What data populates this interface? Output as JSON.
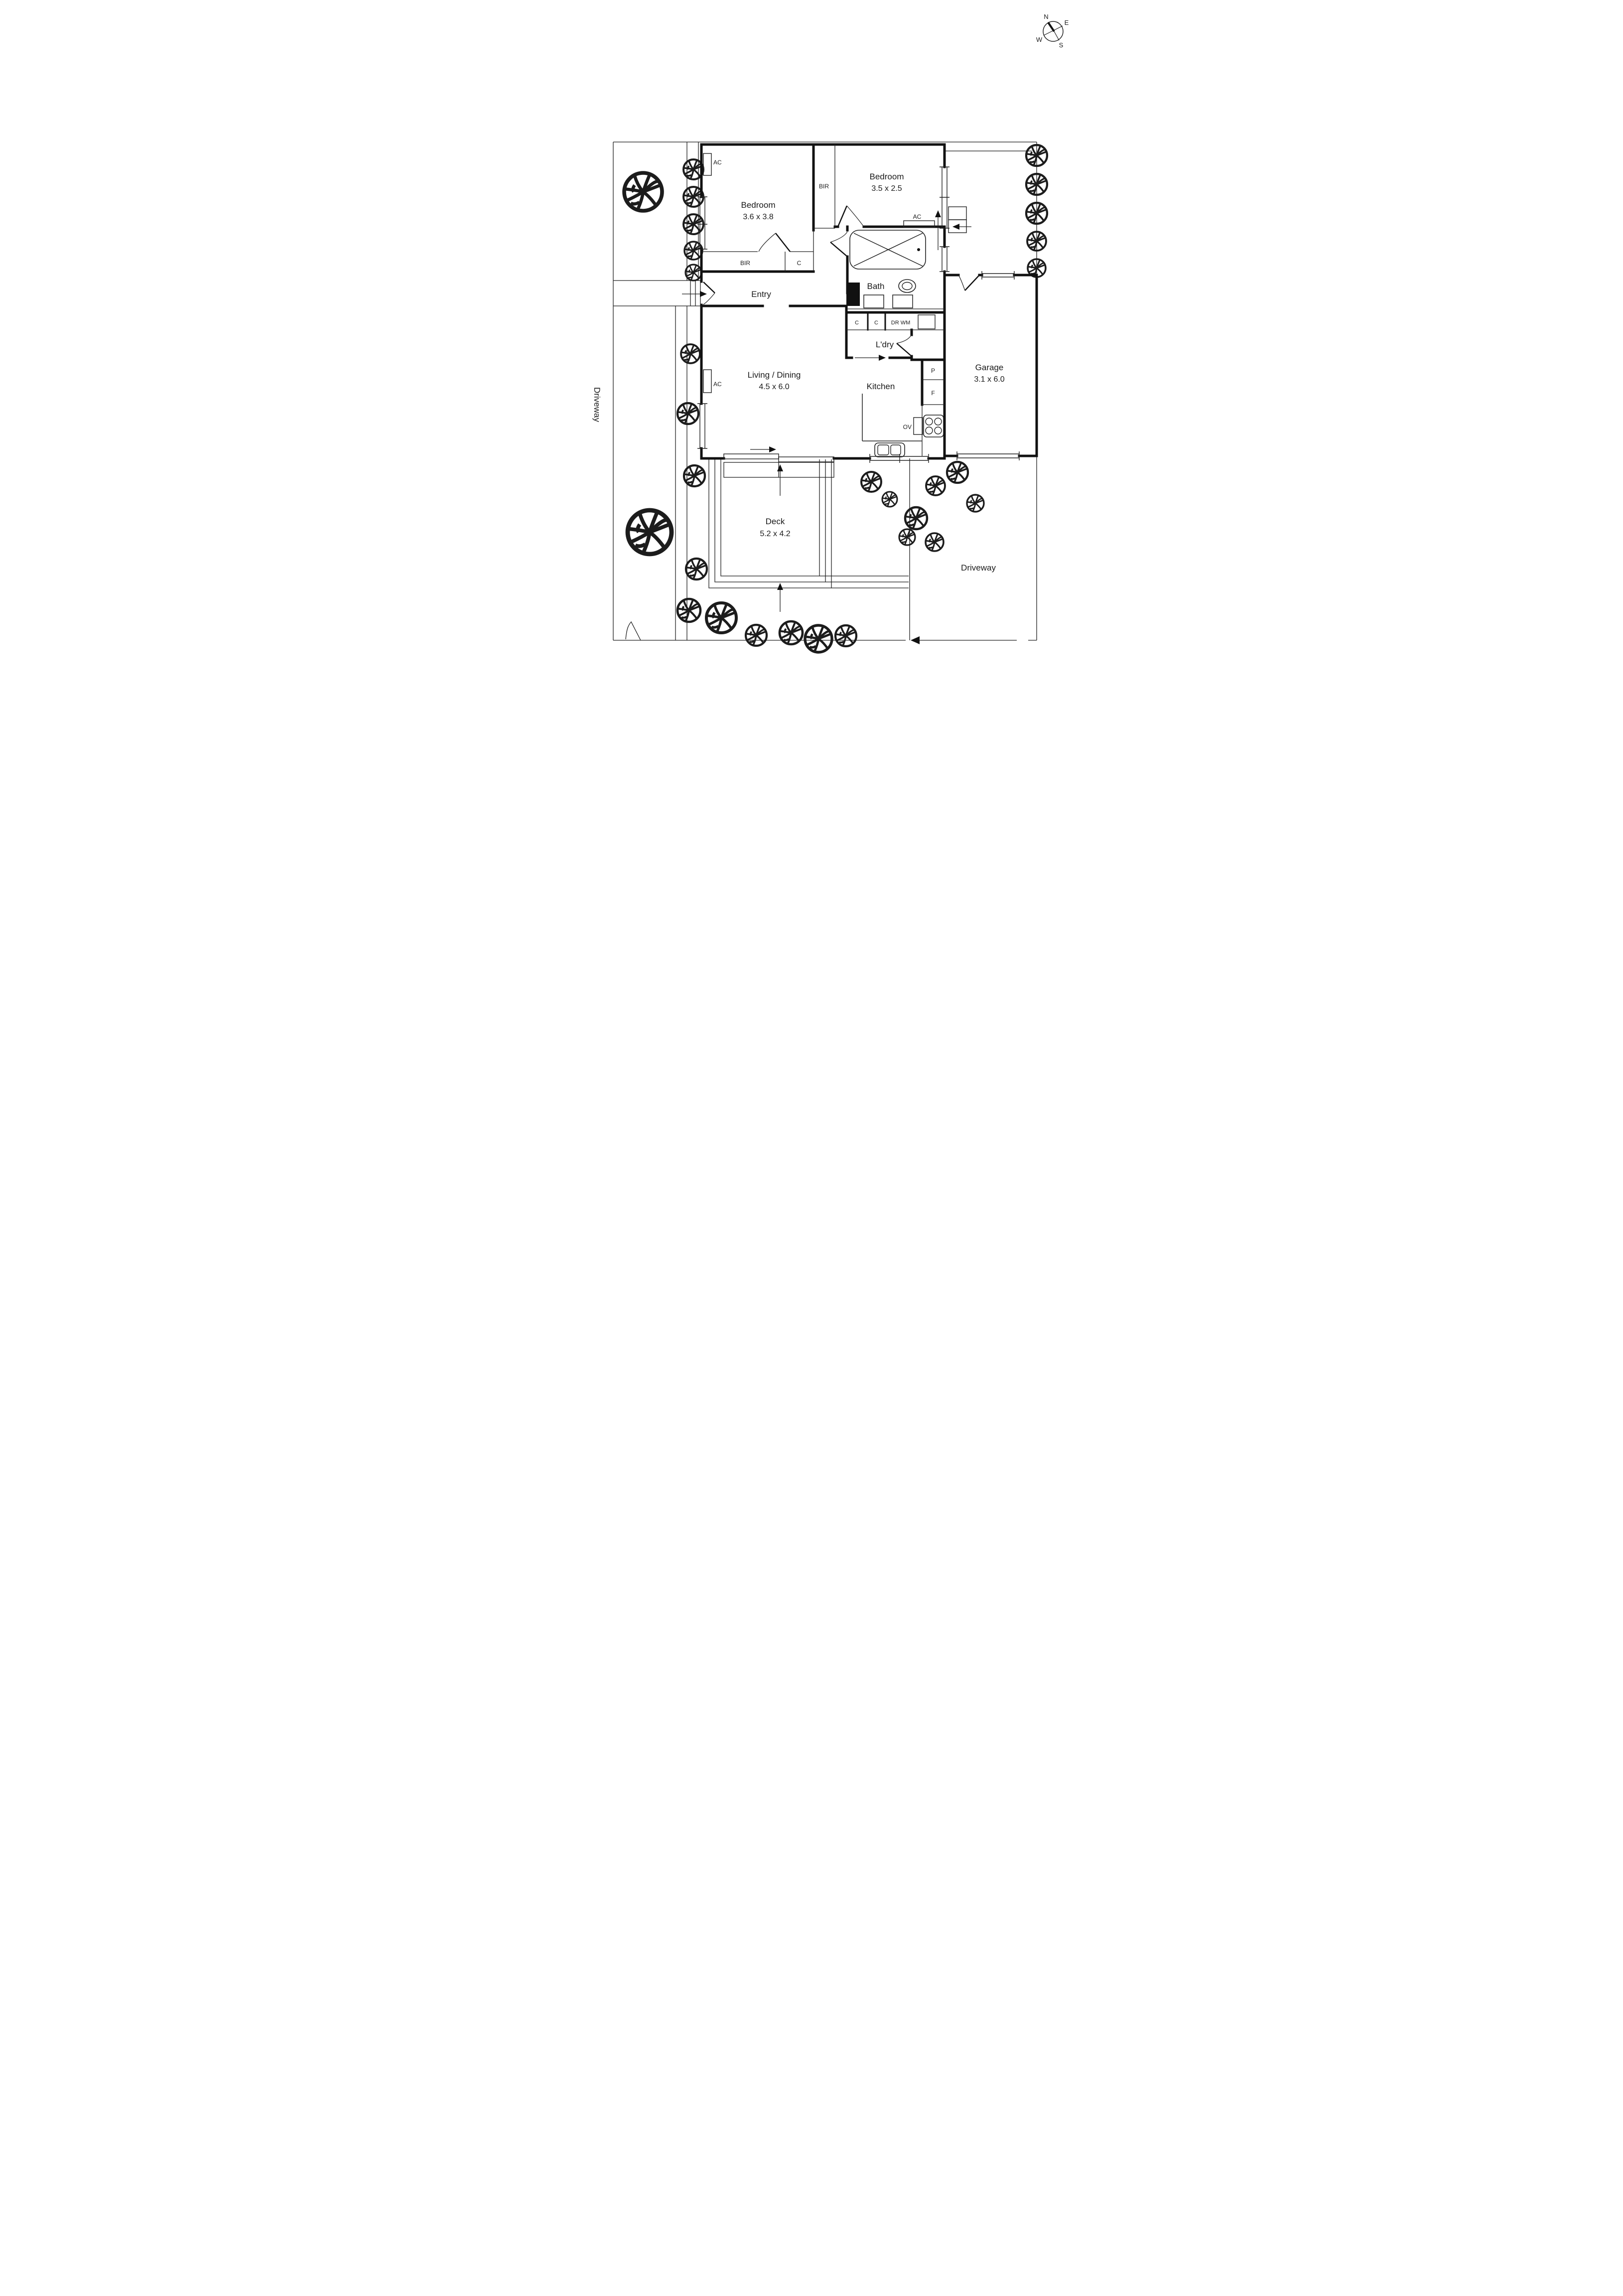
{
  "compass": {
    "north": "N",
    "east": "E",
    "south": "S",
    "west": "W"
  },
  "rooms": {
    "bedroom1": {
      "name": "Bedroom",
      "dims": "3.6 x 3.8"
    },
    "bedroom2": {
      "name": "Bedroom",
      "dims": "3.5 x 2.5"
    },
    "bath": {
      "name": "Bath"
    },
    "entry": {
      "name": "Entry"
    },
    "laundry": {
      "name": "L'dry"
    },
    "living": {
      "name": "Living / Dining",
      "dims": "4.5 x 6.0"
    },
    "kitchen": {
      "name": "Kitchen"
    },
    "garage": {
      "name": "Garage",
      "dims": "3.1 x 6.0"
    },
    "deck": {
      "name": "Deck",
      "dims": "5.2 x 4.2"
    },
    "driveway_west": {
      "name": "Driveway"
    },
    "driveway_east": {
      "name": "Driveway"
    }
  },
  "fixtures": {
    "ac_bedroom1": "AC",
    "ac_bath": "AC",
    "ac_living": "AC",
    "bir_bedroom2": "BIR",
    "bir_bedroom1": "BIR",
    "cupboard_hall": "C",
    "cupboard_laundry1": "C",
    "cupboard_laundry2": "C",
    "dryer_washer": "DR WM",
    "pantry": "P",
    "fridge": "F",
    "oven": "OV"
  },
  "colors": {
    "line": "#1a1a1a",
    "background": "#ffffff"
  }
}
